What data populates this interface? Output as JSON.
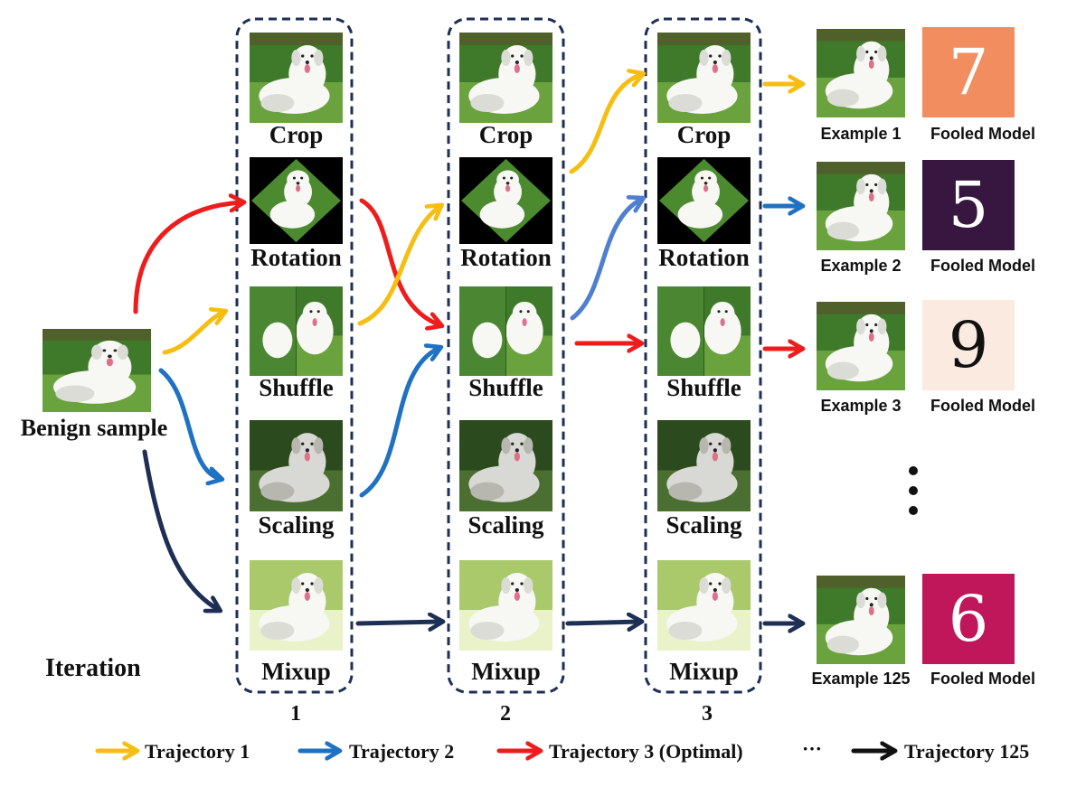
{
  "colors": {
    "trajectory_1": "#F6BE12",
    "trajectory_2": "#1F72C2",
    "trajectory_3": "#EE1C1C",
    "trajectory_125": "#1D2F55",
    "trajectory_2_light": "#4F7FD0",
    "dashed_box": "#1D2F55"
  },
  "benign_label": "Benign sample",
  "iteration_label": "Iteration",
  "iterations": [
    "1",
    "2",
    "3"
  ],
  "transforms": [
    "Crop",
    "Rotation",
    "Shuffle",
    "Scaling",
    "Mixup"
  ],
  "outputs": [
    {
      "example": "Example 1",
      "fooled": "Fooled Model",
      "digit": "7",
      "box_color": "#F28D60",
      "digit_color": "#FFFFFF",
      "arrow_color": "#F6BE12"
    },
    {
      "example": "Example 2",
      "fooled": "Fooled Model",
      "digit": "5",
      "box_color": "#37173F",
      "digit_color": "#FFFFFF",
      "arrow_color": "#1F72C2"
    },
    {
      "example": "Example 3",
      "fooled": "Fooled Model",
      "digit": "9",
      "box_color": "#FBEADF",
      "digit_color": "#111111",
      "arrow_color": "#EE1C1C"
    },
    {
      "example": "Example 125",
      "fooled": "Fooled Model",
      "digit": "6",
      "box_color": "#BF1759",
      "digit_color": "#FFFFFF",
      "arrow_color": "#1D2F55"
    }
  ],
  "ellipsis_vertical": "⋮",
  "legend": {
    "items": [
      {
        "label": "Trajectory 1",
        "color": "#F6BE12"
      },
      {
        "label": "Trajectory 2",
        "color": "#1F72C2"
      },
      {
        "label": "Trajectory 3 (Optimal)",
        "color": "#EE1C1C"
      },
      {
        "label": "Trajectory 125",
        "color": "#111111"
      }
    ],
    "ellipsis": "···"
  }
}
